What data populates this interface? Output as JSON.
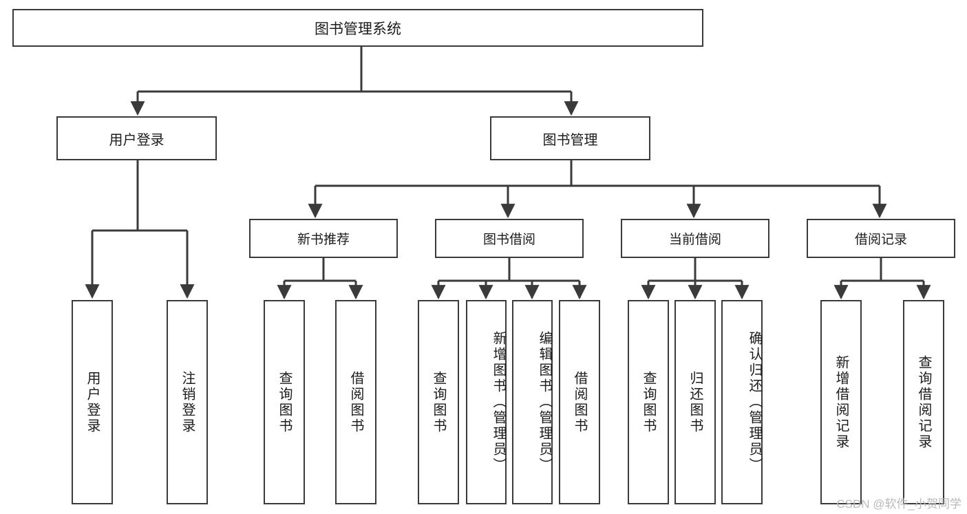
{
  "diagram": {
    "title": "图书管理系统",
    "type": "hierarchy-tree",
    "root": {
      "id": "root",
      "label": "图书管理系统"
    },
    "level2": [
      {
        "id": "user-login",
        "label": "用户登录"
      },
      {
        "id": "book-manage",
        "label": "图书管理"
      }
    ],
    "level3": [
      {
        "id": "new-book-recommend",
        "label": "新书推荐",
        "parent": "book-manage"
      },
      {
        "id": "book-borrow",
        "label": "图书借阅",
        "parent": "book-manage"
      },
      {
        "id": "current-borrow",
        "label": "当前借阅",
        "parent": "book-manage"
      },
      {
        "id": "borrow-record",
        "label": "借阅记录",
        "parent": "book-manage"
      }
    ],
    "leaves": [
      {
        "id": "leaf-user-login",
        "label": "用户登录",
        "parent": "user-login"
      },
      {
        "id": "leaf-user-logout",
        "label": "注销登录",
        "parent": "user-login"
      },
      {
        "id": "leaf-query-book-1",
        "label": "查询图书",
        "parent": "new-book-recommend"
      },
      {
        "id": "leaf-borrow-book-1",
        "label": "借阅图书",
        "parent": "new-book-recommend"
      },
      {
        "id": "leaf-query-book-2",
        "label": "查询图书",
        "parent": "book-borrow"
      },
      {
        "id": "leaf-add-book",
        "label": "新增图书（管理员）",
        "parent": "book-borrow"
      },
      {
        "id": "leaf-edit-book",
        "label": "编辑图书（管理员）",
        "parent": "book-borrow"
      },
      {
        "id": "leaf-borrow-book-2",
        "label": "借阅图书",
        "parent": "book-borrow"
      },
      {
        "id": "leaf-query-book-3",
        "label": "查询图书",
        "parent": "current-borrow"
      },
      {
        "id": "leaf-return-book",
        "label": "归还图书",
        "parent": "current-borrow"
      },
      {
        "id": "leaf-confirm-return",
        "label": "确认归还（管理员）",
        "parent": "current-borrow"
      },
      {
        "id": "leaf-add-record",
        "label": "新增借阅记录",
        "parent": "borrow-record"
      },
      {
        "id": "leaf-query-record",
        "label": "查询借阅记录",
        "parent": "borrow-record"
      }
    ]
  },
  "watermark": {
    "text": "CSDN @软件_小贺同学"
  },
  "colors": {
    "stroke": "#3a3a3a",
    "fill": "#ffffff",
    "text": "#1b1b1b",
    "watermark": "#b9b9b9"
  }
}
